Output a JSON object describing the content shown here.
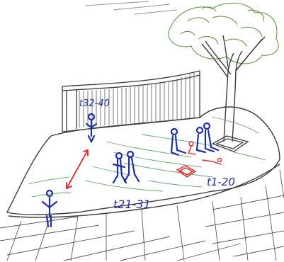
{
  "sketch": {
    "labels": {
      "top": "t32-40",
      "middle": "t21-31",
      "right": "t1-20"
    },
    "colors": {
      "pencil": "#3b3b3b",
      "figures": "#1c2fa6",
      "accent": "#d8262b",
      "grass": "#4f9a55",
      "foliage": "#5a8f3a",
      "paper": "#ffffff"
    }
  }
}
